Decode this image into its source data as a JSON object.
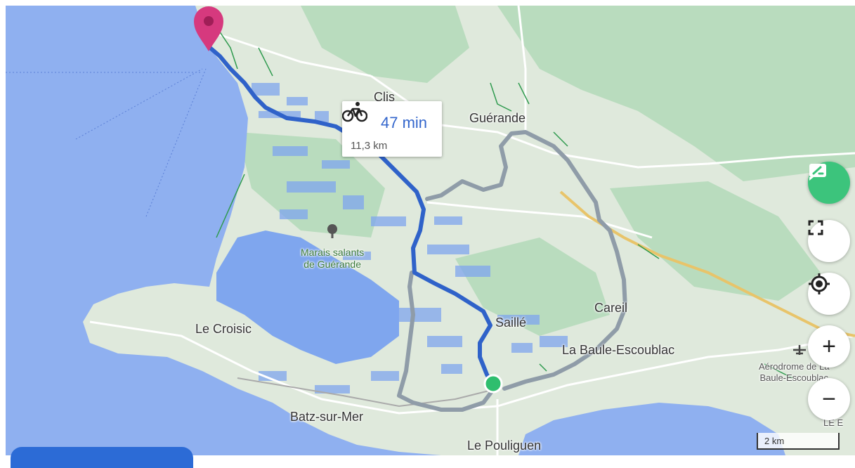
{
  "route": {
    "mode_icon": "bicycle-icon",
    "duration": "47 min",
    "distance": "11,3 km",
    "active_color": "#2f62c9",
    "alt_color": "#8f9ca8"
  },
  "places": {
    "clis": "Clis",
    "guerande": "Guérande",
    "marais_line1": "Marais salants",
    "marais_line2": "de Guérande",
    "le_croisic": "Le Croisic",
    "saille": "Saillé",
    "careil": "Careil",
    "la_baule": "La Baule-Escoublac",
    "batz": "Batz-sur-Mer",
    "le_pouliguen": "Le Pouliguen",
    "aero_line1": "Aérodrome de La",
    "aero_line2": "Baule-Escoublac",
    "le_e": "LE E"
  },
  "controls": {
    "feedback": "feedback-icon",
    "fullscreen": "fullscreen-icon",
    "locate": "locate-icon",
    "zoom_in": "+",
    "zoom_out": "−"
  },
  "scale": "2 km",
  "colors": {
    "water": "#8fb0f0",
    "land": "#dfe9dc",
    "forest": "#b9dcbe",
    "marsh_water": "#7fa6ee",
    "highway": "#e8c46a",
    "start_marker": "#2fbe6e",
    "end_marker": "#d6397e"
  }
}
